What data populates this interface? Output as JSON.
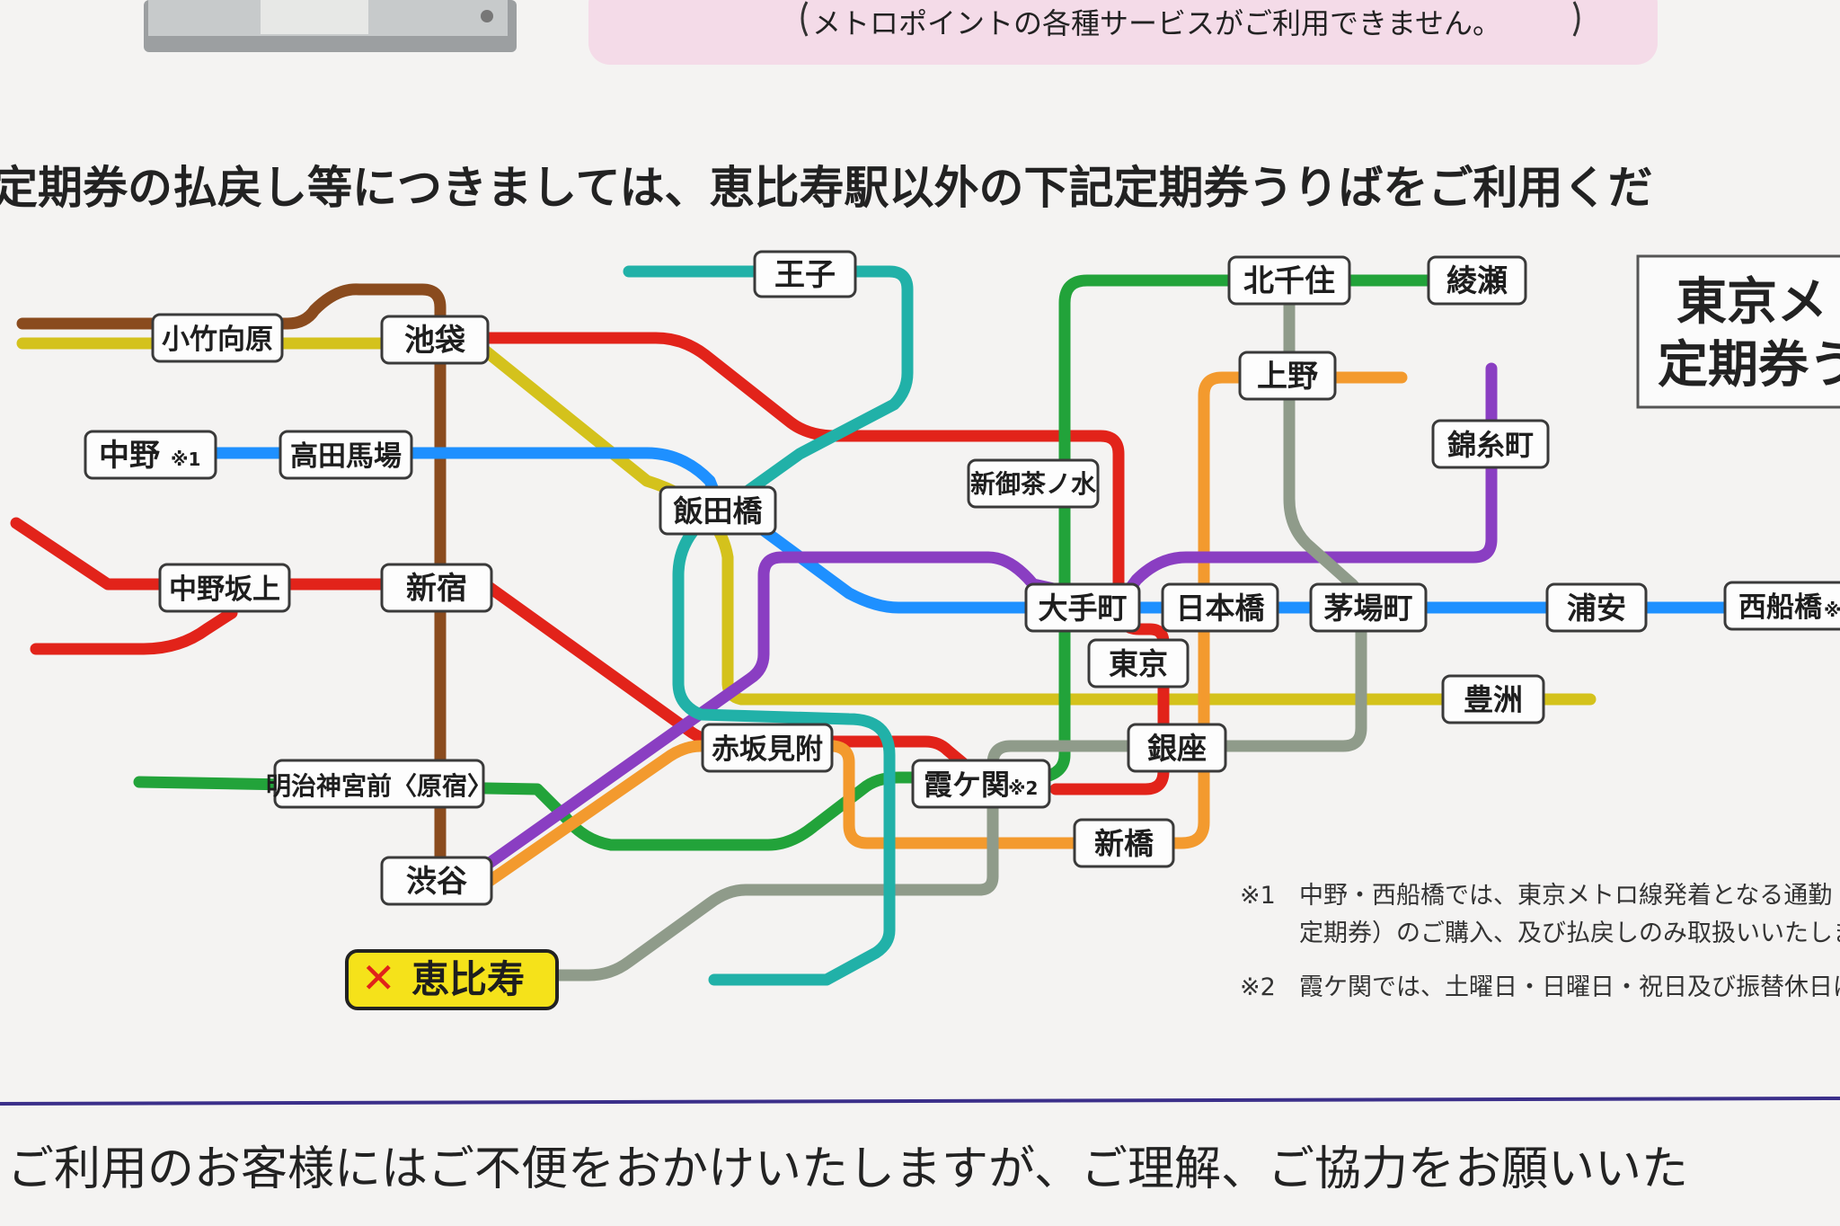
{
  "notice_top": "メトロポイントの各種サービスがご利用できません。",
  "heading": "定期券の払戻し等につきましては、恵比寿駅以外の下記定期券うりばをご利用くだ",
  "box_title_line1": "東京メ",
  "box_title_line2": "定期券う",
  "stations": {
    "oji": "王子",
    "kitasenju": "北千住",
    "ayase": "綾瀬",
    "kotake": "小竹向原",
    "ikebukuro": "池袋",
    "ueno": "上野",
    "nakano": "中野",
    "nakano_mark": "※1",
    "takadanobaba": "高田馬場",
    "kinshicho": "錦糸町",
    "shinochanomizu": "新御茶ノ水",
    "iidabashi": "飯田橋",
    "nakanosakaue": "中野坂上",
    "shinjuku": "新宿",
    "otemachi": "大手町",
    "nihonbashi": "日本橋",
    "kayabacho": "茅場町",
    "urayasu": "浦安",
    "nishifunabashi": "西船橋",
    "nishifunabashi_mark": "※",
    "tokyo": "東京",
    "toyosu": "豊洲",
    "akasakamitsuke": "赤坂見附",
    "ginza": "銀座",
    "kasumigaseki": "霞ケ関",
    "kasumigaseki_mark": "※2",
    "meijijingumae": "明治神宮前〈原宿〉",
    "shinbashi": "新橋",
    "shibuya": "渋谷",
    "ebisu": "恵比寿",
    "ebisu_mark": "✕"
  },
  "notes": {
    "n1_mark": "※1",
    "n1_line1": "中野・西船橋では、東京メトロ線発着となる通勤・通",
    "n1_line2": "定期券）のご購入、及び払戻しのみ取扱いいたしま",
    "n2_mark": "※2",
    "n2_line1": "霞ケ関では、土曜日・日曜日・祝日及び振替休日は"
  },
  "footer": "ご利用のお客様にはご不便をおかけいたしますが、ご理解、ご協力をお願いいた",
  "colors": {
    "marunouchi": "#e2231a",
    "tozai": "#1e90ff",
    "yurakucho": "#d4c21c",
    "hibiya": "#8f9b8a",
    "chiyoda": "#22a33a",
    "ginza": "#f39a2e",
    "hanzomon": "#8a3ec2",
    "namboku": "#21b1a8",
    "fukutoshin": "#8a4b1e",
    "ebisu_highlight": "#f5e21a",
    "ebisu_cross": "#e0231a"
  }
}
